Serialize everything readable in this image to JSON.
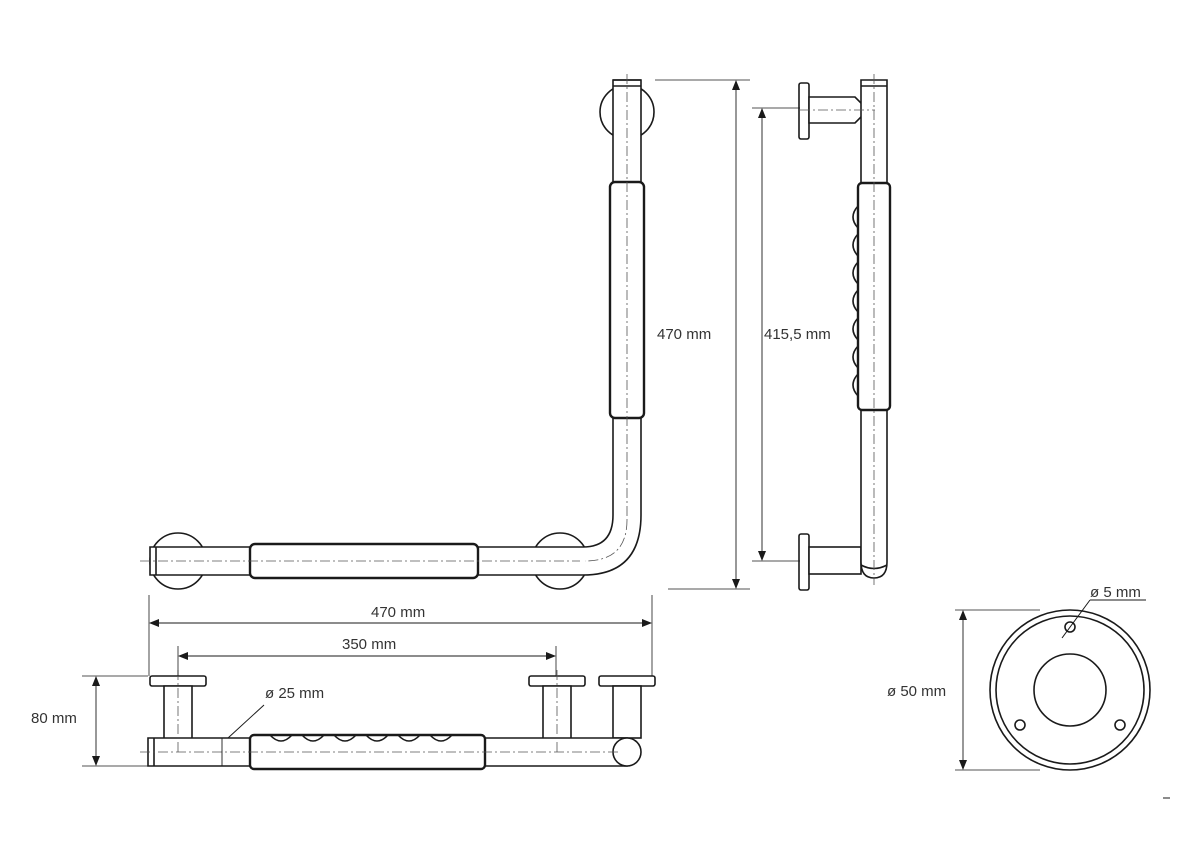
{
  "dimensions": {
    "overall_height": "470 mm",
    "grip_height": "415,5 mm",
    "overall_width": "470 mm",
    "grip_width": "350 mm",
    "tube_diameter": "ø 25 mm",
    "projection": "80 mm",
    "flange_diameter": "ø 50 mm",
    "screw_hole_diameter": "ø 5 mm"
  }
}
